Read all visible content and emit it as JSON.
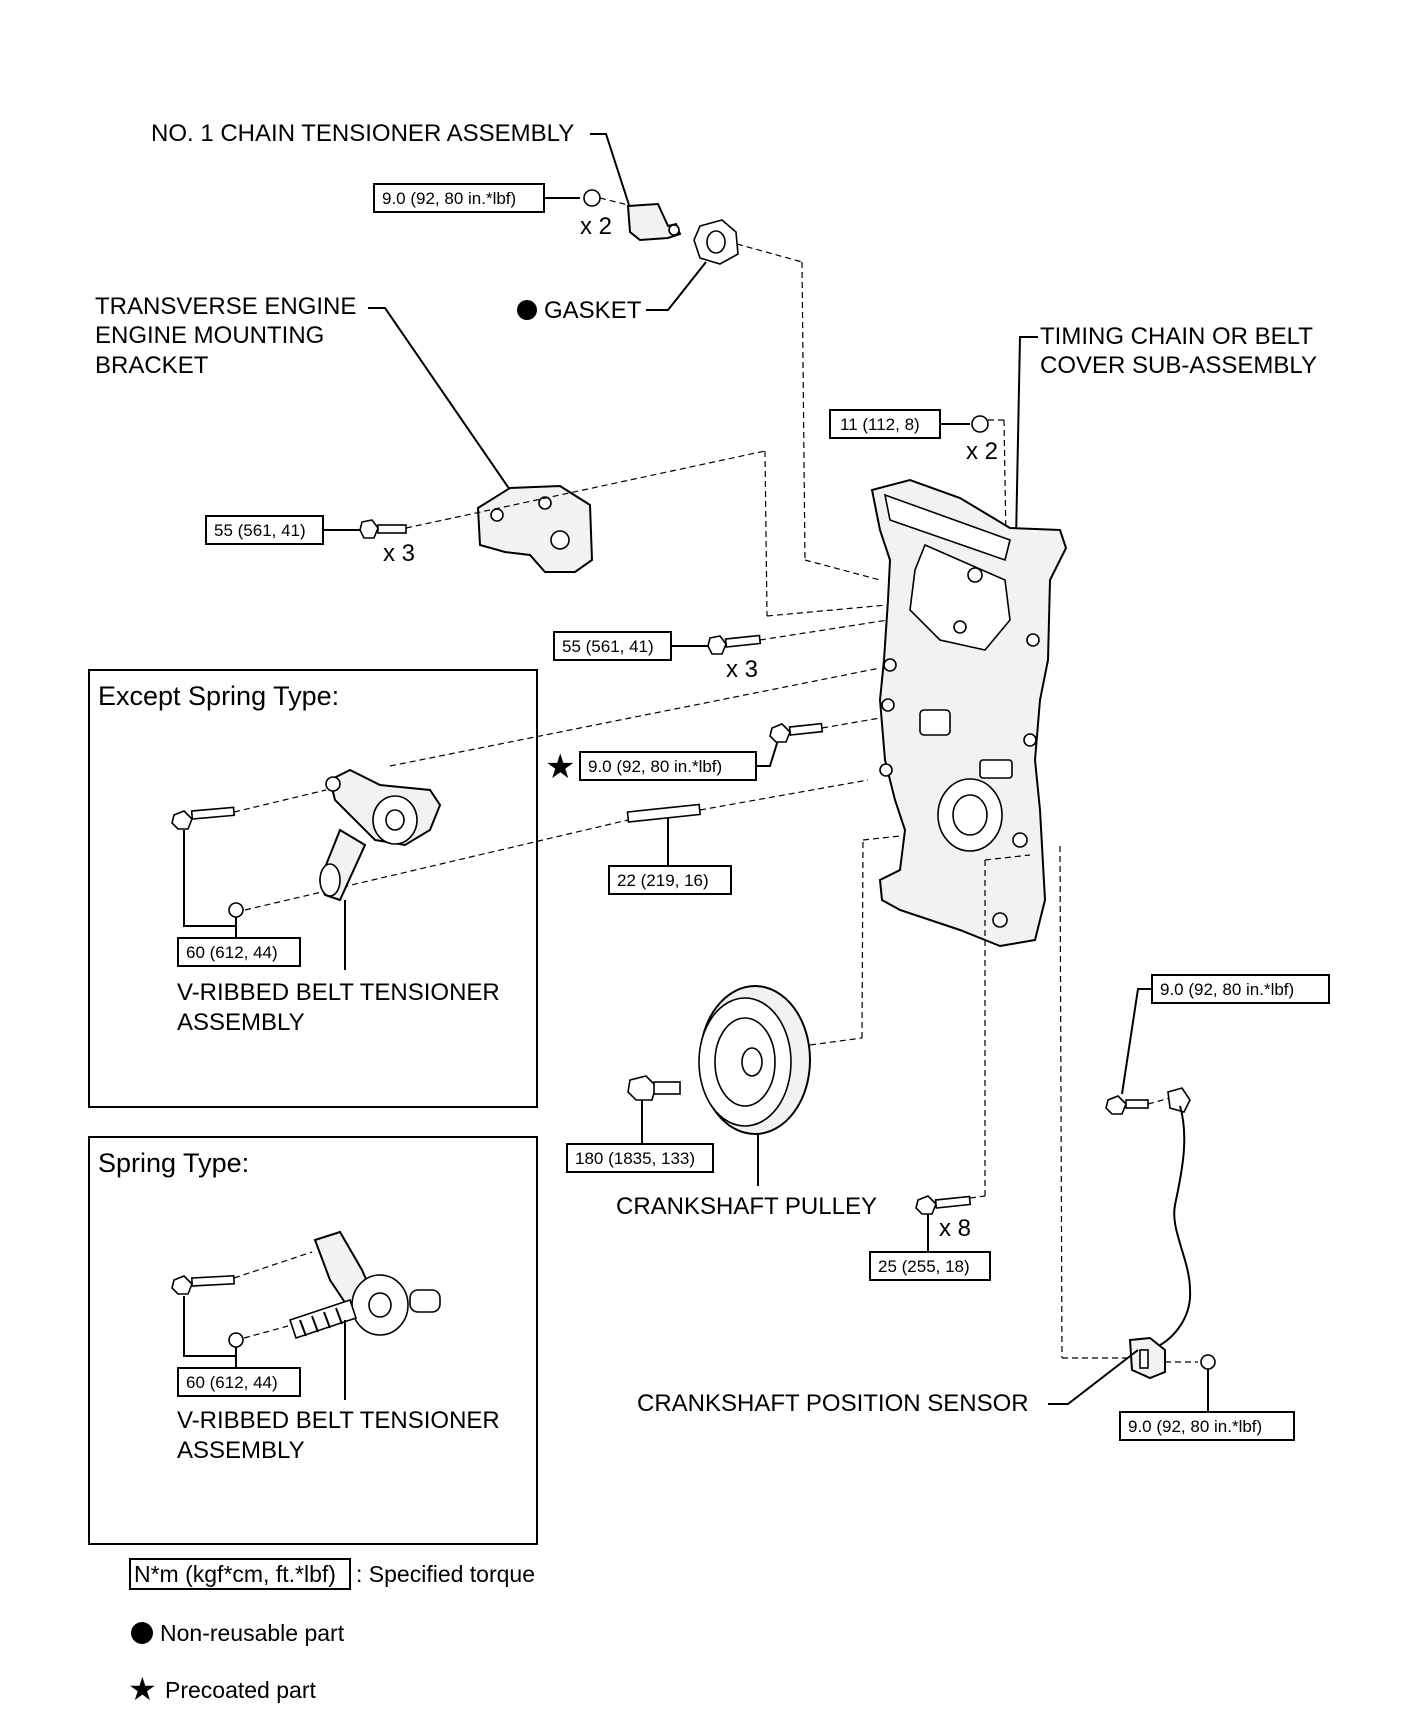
{
  "labels": {
    "chain_tensioner": "NO. 1 CHAIN TENSIONER ASSEMBLY",
    "gasket": "GASKET",
    "bracket_line1": "TRANSVERSE ENGINE",
    "bracket_line2": "ENGINE MOUNTING",
    "bracket_line3": "BRACKET",
    "cover_line1": "TIMING CHAIN OR BELT",
    "cover_line2": "COVER SUB-ASSEMBLY",
    "tensioner_line1": "V-RIBBED BELT TENSIONER",
    "tensioner_line2": "ASSEMBLY",
    "tensioner2_line1": "V-RIBBED BELT TENSIONER",
    "tensioner2_line2": "ASSEMBLY",
    "crank_pulley": "CRANKSHAFT PULLEY",
    "crank_sensor": "CRANKSHAFT POSITION SENSOR"
  },
  "panels": {
    "except_spring": "Except Spring Type:",
    "spring": "Spring Type:"
  },
  "quantities": {
    "q_tensioner": "x 2",
    "q_cover": "x 2",
    "q_bracket": "x 3",
    "q_cover_bolts": "x 3",
    "q_crank_cover": "x 8"
  },
  "torques": {
    "t_tensioner": "9.0 (92, 80 in.*lbf)",
    "t_cover_nut": "11 (112, 8)",
    "t_bracket": "55 (561, 41)",
    "t_cover_bolt": "55 (561, 41)",
    "t_precoated": "9.0 (92, 80 in.*lbf)",
    "t_stud": "22 (219, 16)",
    "t_tensioner_a": "60 (612, 44)",
    "t_tensioner_b": "60 (612, 44)",
    "t_sensor_top": "9.0 (92, 80 in.*lbf)",
    "t_pulley": "180 (1835, 133)",
    "t_cover_lower": "25 (255, 18)",
    "t_sensor_bottom": "9.0 (92, 80 in.*lbf)"
  },
  "legend": {
    "torque_box": "N*m (kgf*cm, ft.*lbf)",
    "torque_text": ": Specified torque",
    "nonreusable": "Non-reusable part",
    "precoated": "Precoated part"
  },
  "icons": {
    "nonreusable": "filled-circle-icon",
    "precoated": "star-icon"
  }
}
